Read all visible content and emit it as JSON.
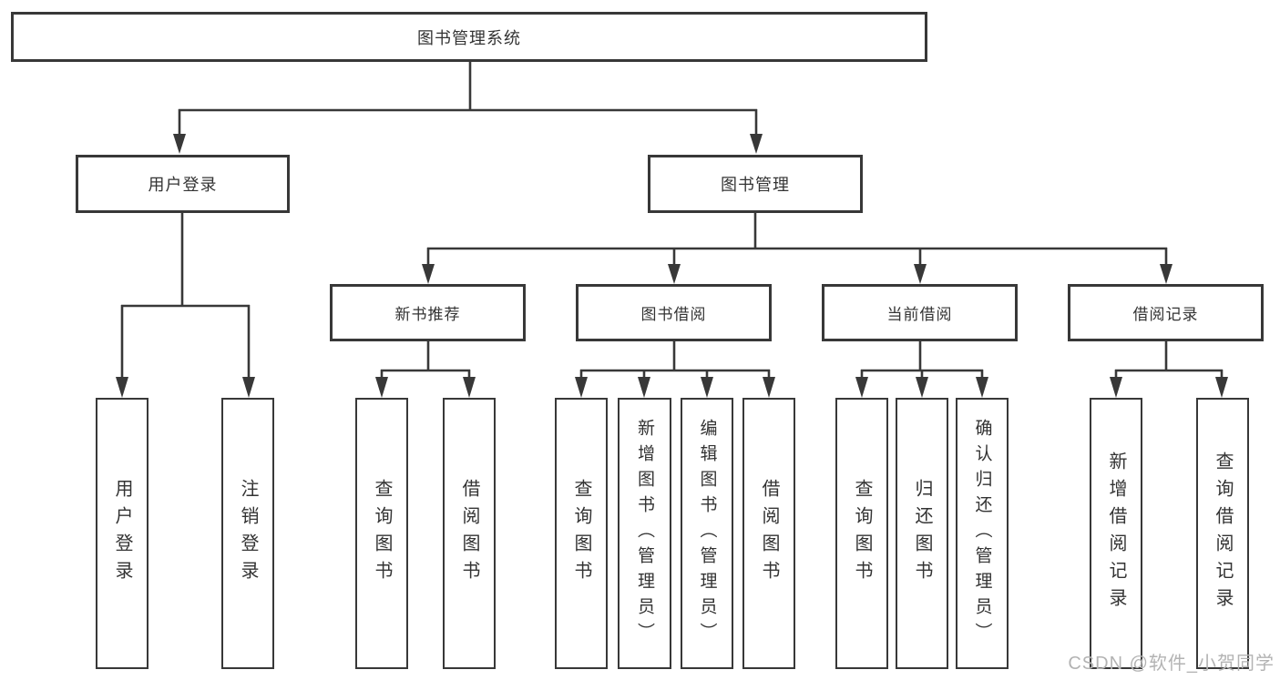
{
  "tree": {
    "root": "图书管理系统",
    "branches": [
      {
        "label": "用户登录",
        "children": [
          "用户登录",
          "注销登录"
        ]
      },
      {
        "label": "图书管理",
        "sections": [
          {
            "label": "新书推荐",
            "children": [
              "查询图书",
              "借阅图书"
            ]
          },
          {
            "label": "图书借阅",
            "children": [
              "查询图书",
              "新增图书（管理员）",
              "编辑图书（管理员）",
              "借阅图书"
            ]
          },
          {
            "label": "当前借阅",
            "children": [
              "查询图书",
              "归还图书",
              "确认归还（管理员）"
            ]
          },
          {
            "label": "借阅记录",
            "children": [
              "新增借阅记录",
              "查询借阅记录"
            ]
          }
        ]
      }
    ]
  },
  "watermark": {
    "text": "CSDN @软件_小贺同学"
  },
  "colors": {
    "line": "#383838",
    "text": "#333333",
    "watermark": "#b3b3b3",
    "background": "#ffffff"
  }
}
